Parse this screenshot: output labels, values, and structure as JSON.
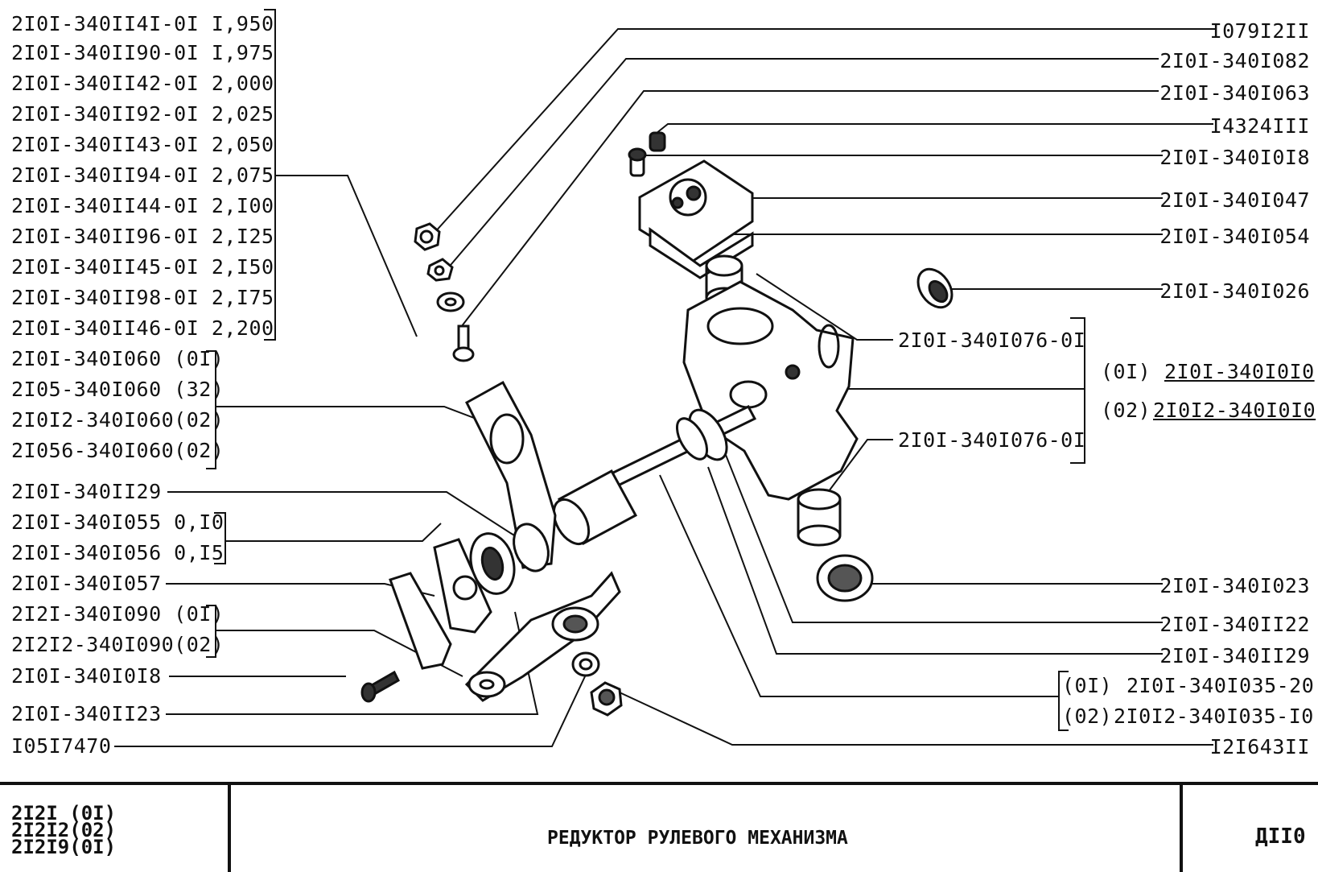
{
  "left_labels": [
    "2I0I-340II4I-0I I,950",
    "2I0I-340II90-0I I,975",
    "2I0I-340II42-0I 2,000",
    "2I0I-340II92-0I 2,025",
    "2I0I-340II43-0I 2,050",
    "2I0I-340II94-0I 2,075",
    "2I0I-340II44-0I 2,I00",
    "2I0I-340II96-0I 2,I25",
    "2I0I-340II45-0I 2,I50",
    "2I0I-340II98-0I 2,I75",
    "2I0I-340II46-0I 2,200",
    "2I0I-340I060 (0I)",
    "2I05-340I060 (32)",
    "2I0I2-340I060(02)",
    "2I056-340I060(02)",
    "2I0I-340II29",
    "2I0I-340I055 0,I0",
    "2I0I-340I056 0,I5",
    "2I0I-340I057",
    "2I2I-340I090 (0I)",
    "2I2I2-340I090(02)",
    "2I0I-340I0I8",
    "2I0I-340II23",
    "I05I7470"
  ],
  "right_labels": [
    "I079I2II",
    "2I0I-340I082",
    "2I0I-340I063",
    "I4324III",
    "2I0I-340I0I8",
    "2I0I-340I047",
    "2I0I-340I054",
    "2I0I-340I026",
    "2I0I-340I023",
    "2I0I-340II22",
    "2I0I-340II29",
    "I2I643II"
  ],
  "middle_labels": {
    "housing_upper": "2I0I-340I076-0I",
    "housing_lower": "2I0I-340I076-0I",
    "variant_01_tag": "(0I)",
    "variant_01_part": "2I0I-340I0I0",
    "variant_02_tag": "(02)",
    "variant_02_part": "2I0I2-340I0I0"
  },
  "worm_labels": {
    "variant_01_tag": "(0I)",
    "variant_01_part": "2I0I-340I035-20",
    "variant_02_tag": "(02)",
    "variant_02_part": "2I0I2-340I035-I0"
  },
  "footer": {
    "models": [
      "2I2I (0I)",
      "2I2I2(02)",
      "2I2I9(0I)"
    ],
    "title": "РЕДУКТОР РУЛЕВОГО МЕХАНИЗМА",
    "code": "ДII0"
  }
}
